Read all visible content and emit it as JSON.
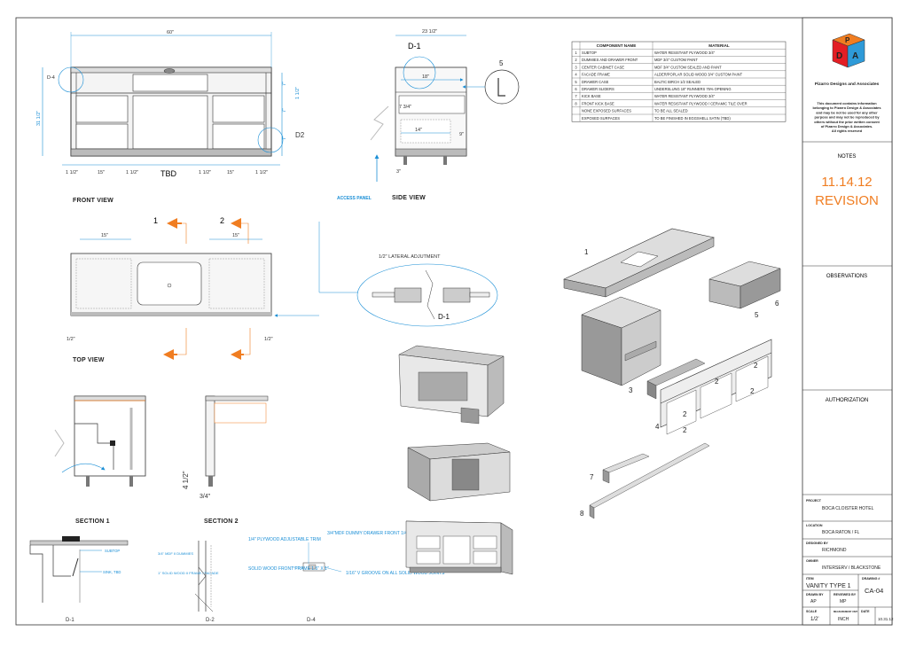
{
  "views": {
    "front_view": "FRONT VIEW",
    "side_view": "SIDE VIEW",
    "top_view": "TOP VIEW",
    "section1": "SECTION 1",
    "section2": "SECTION 2",
    "access_panel": "ACCESS PANEL",
    "lateral": "1/2\" LATERAL ADJUTMENT",
    "d1_detail": "D-1",
    "d2_detail": "D-2",
    "d4_detail": "D-4",
    "tbd": "TBD"
  },
  "dims": {
    "front_width": "60\"",
    "front_height": "31 1/2\"",
    "d4": "D-4",
    "d2": "D2",
    "side_width": "23 1/2\"",
    "side_d1": "D-1",
    "side_18": "18\"",
    "side_734": "7 3/4\"",
    "side_14": "14\"",
    "side_3": "3\"",
    "side_9": "9\"",
    "v7a": "7\"",
    "v112": "1 1/2\"",
    "v7b": "7\"",
    "v7c": "7\"",
    "b1": "1 1/2\"",
    "b2": "15\"",
    "b3": "1 1/2\"",
    "b4": "1 1/2\"",
    "b5": "15\"",
    "b6": "1 1/2\"",
    "top15a": "15\"",
    "top15b": "15\"",
    "top12a": "1/2\"",
    "top12b": "1/2\"",
    "s2_412": "4 1/2\"",
    "s2_34": "3/4\""
  },
  "markers": {
    "m1": "1",
    "m2": "2",
    "m5": "5",
    "iso1": "1",
    "iso2a": "2",
    "iso2b": "2",
    "iso2c": "2",
    "iso2d": "2",
    "iso2e": "2",
    "iso3": "3",
    "iso4": "4",
    "iso5": "5",
    "iso6": "6",
    "iso7": "7",
    "iso8": "8"
  },
  "details": {
    "d1_subtop": "SUBTOP",
    "d1_sink": "SINK, TBD",
    "d2_mdf": "3/4\" MDF II DUMMIES",
    "d2_solid": "1\" SOLID WOOD II FRAME / FACADE",
    "d4_plywood": "1/4\" PLYWOOD ADJUSTABLE TRIM",
    "d4_solidwood": "SOLID WOOD FRONT FRAME 1.5\" X 1\"",
    "d4_mdf": "3/4\"MDF DUMMY DRAWER FRONT 1/4\" RECESSED FROM FRAME",
    "d4_groove": "1/16\" V GROOVE ON ALL SOLID WOOD JOINTS"
  },
  "component_table": {
    "headers": [
      "",
      "COMPONENT NAME",
      "MATERIAL"
    ],
    "rows": [
      [
        "1",
        "SUBTOP",
        "WATER RESISTANT PLYWOOD 3/4\""
      ],
      [
        "2",
        "DUMMIES AND DRAWER FRONT",
        "MDF 3/4\" CUSTOM PAINT"
      ],
      [
        "3",
        "CENTER CABINET CASE",
        "MDF 3/4\" CUSTOM SEALED AND PAINT"
      ],
      [
        "4",
        "FACADE FRAME",
        "ALDER/POPLAR SOLID WOOD 3/4\" CUSTOM PAINT"
      ],
      [
        "5",
        "DRAWER CASE",
        "BALTIC BIRCH 1/2 SEALED"
      ],
      [
        "6",
        "DRAWER SLIDERS",
        "UNDERSLUNG 18\" RUNNERS 75% OPENING"
      ],
      [
        "7",
        "KICK BASE",
        "WATER RESISTANT PLYWOOD 3/4\""
      ],
      [
        "8",
        "FRONT KICK BASE",
        "WATER RESISTANT PLYWOOD / CERAMIC TILE OVER"
      ],
      [
        "",
        "NONE EXPOSED SURFACES",
        "TO BE ALL SEALED"
      ],
      [
        "",
        "EXPOSED SURFACES",
        "TO BE FINISHED IN EGGSHELL SATIN (TBD)"
      ]
    ]
  },
  "title_block": {
    "logo_letters": [
      "P",
      "D",
      "A"
    ],
    "company": "Pizarro Designs and Associates",
    "notice": [
      "This document contains information",
      "belonging to Pizarro Design & Associates",
      "and may be not be used for any other",
      "purpose and may not be reproduced by",
      "others without the prior written consent",
      "of Pizarro Design & Associates.",
      "All rights reserved"
    ],
    "notes": "NOTES",
    "rev_date": "11.14.12",
    "rev_label": "REVISION",
    "observations": "OBSERVATIONS",
    "authorization": "AUTHORIZATION",
    "project_label": "PROJECT",
    "project": "BOCA CLOISTER HOTEL",
    "location_label": "LOCATION",
    "location": "BOCA RATON / FL",
    "designed_label": "DESIGNED BY",
    "designed": "RICHMOND",
    "owner_label": "OWNER",
    "owner": "INTERSERV / BLACKSTONE",
    "item_label": "ITEM",
    "item": "VANITY TYPE 1",
    "drawing_label": "DRAWING #",
    "drawing": "CA-04",
    "drawn_label": "DRAWN BY",
    "drawn": "AP",
    "checked_label": "REVIEWED BY",
    "checked": "MP",
    "scale_label": "SCALE",
    "scale": "1/2'",
    "units_label": "MEASUREMENT UNIT",
    "units": "INCH",
    "date_label": "DATE",
    "date": "10.31.12"
  },
  "colors": {
    "dimension": "#1b8fd6",
    "revision": "#f07d21",
    "line": "#333333",
    "fill": "#d8d8d8"
  }
}
